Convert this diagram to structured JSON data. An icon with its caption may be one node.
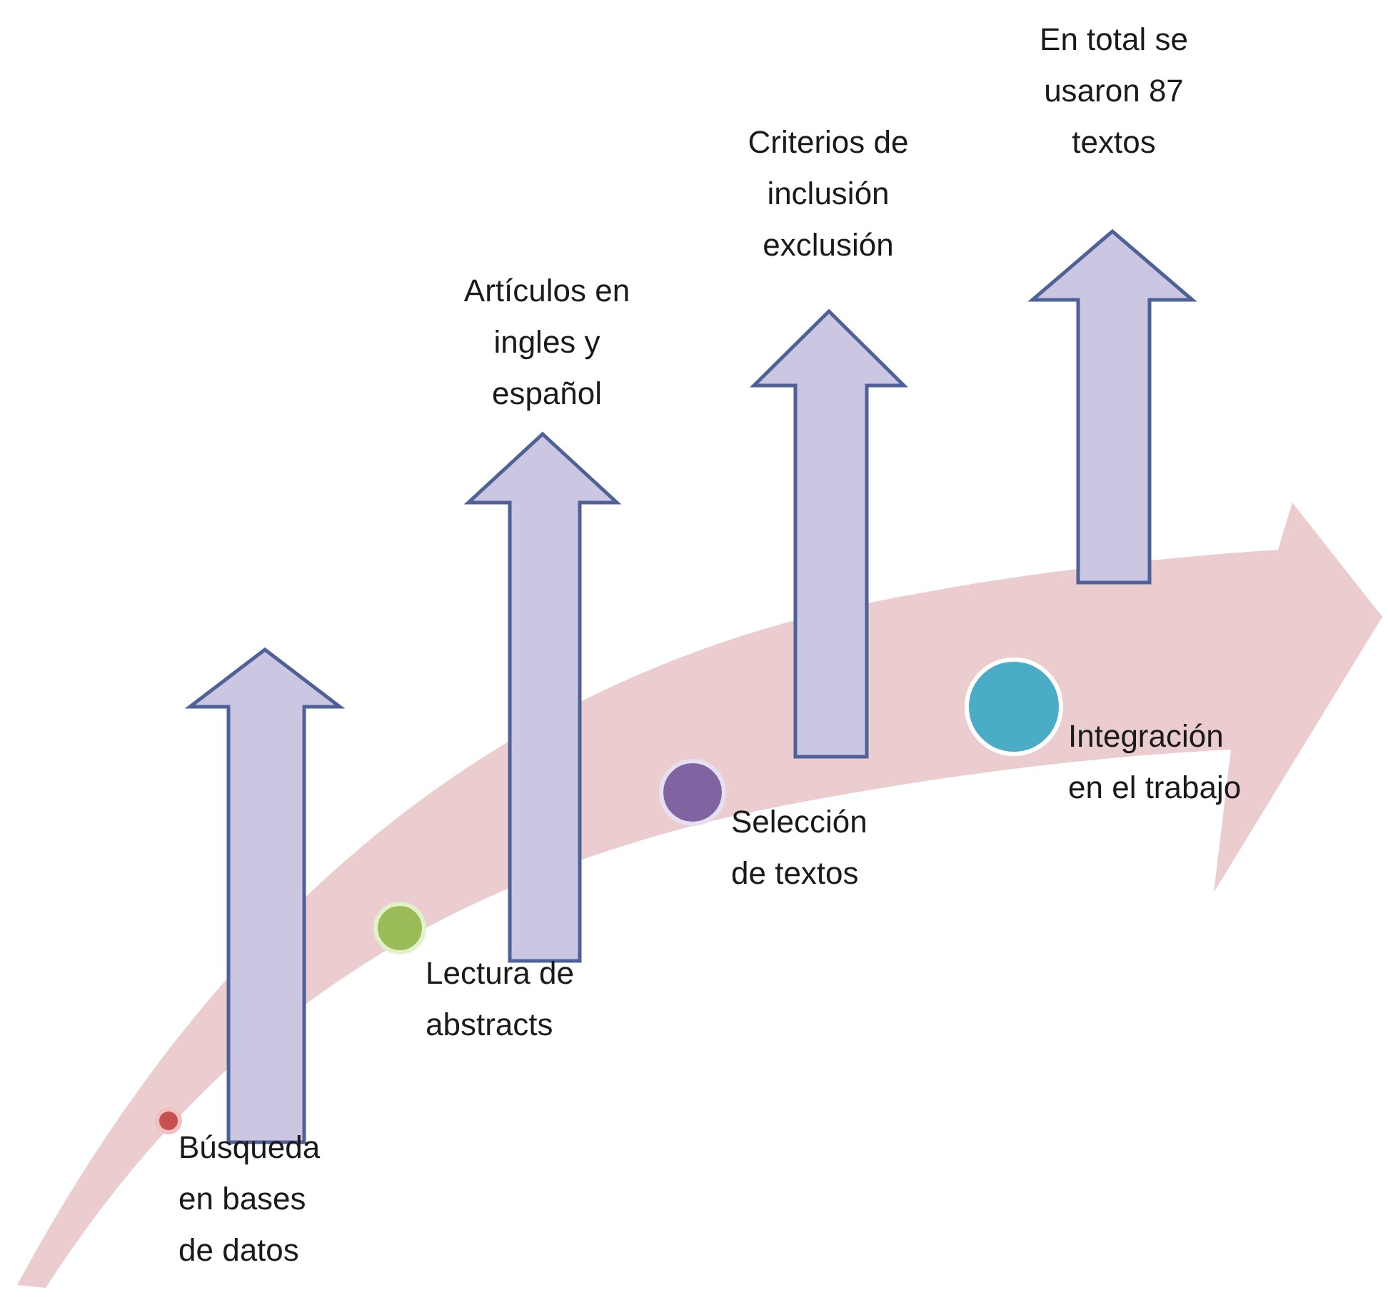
{
  "diagram": {
    "nodes": [
      {
        "text": [],
        "shape": "circle",
        "beside": [
          "Búsqueda en bases de datos"
        ]
      },
      {
        "text": [],
        "shape": "circle",
        "beside": [
          "Lectura de abstracts"
        ]
      },
      {
        "text": [],
        "shape": "circle",
        "beside": [
          "Selección de textos"
        ]
      },
      {
        "text": [],
        "shape": "circle",
        "beside": [
          "Integración en el trabajo"
        ]
      }
    ],
    "edges": [],
    "labels": [
      "Artículos en ingles y español",
      "Criterios de inclusión exclusión",
      "En total se usaron 87 textos"
    ]
  }
}
